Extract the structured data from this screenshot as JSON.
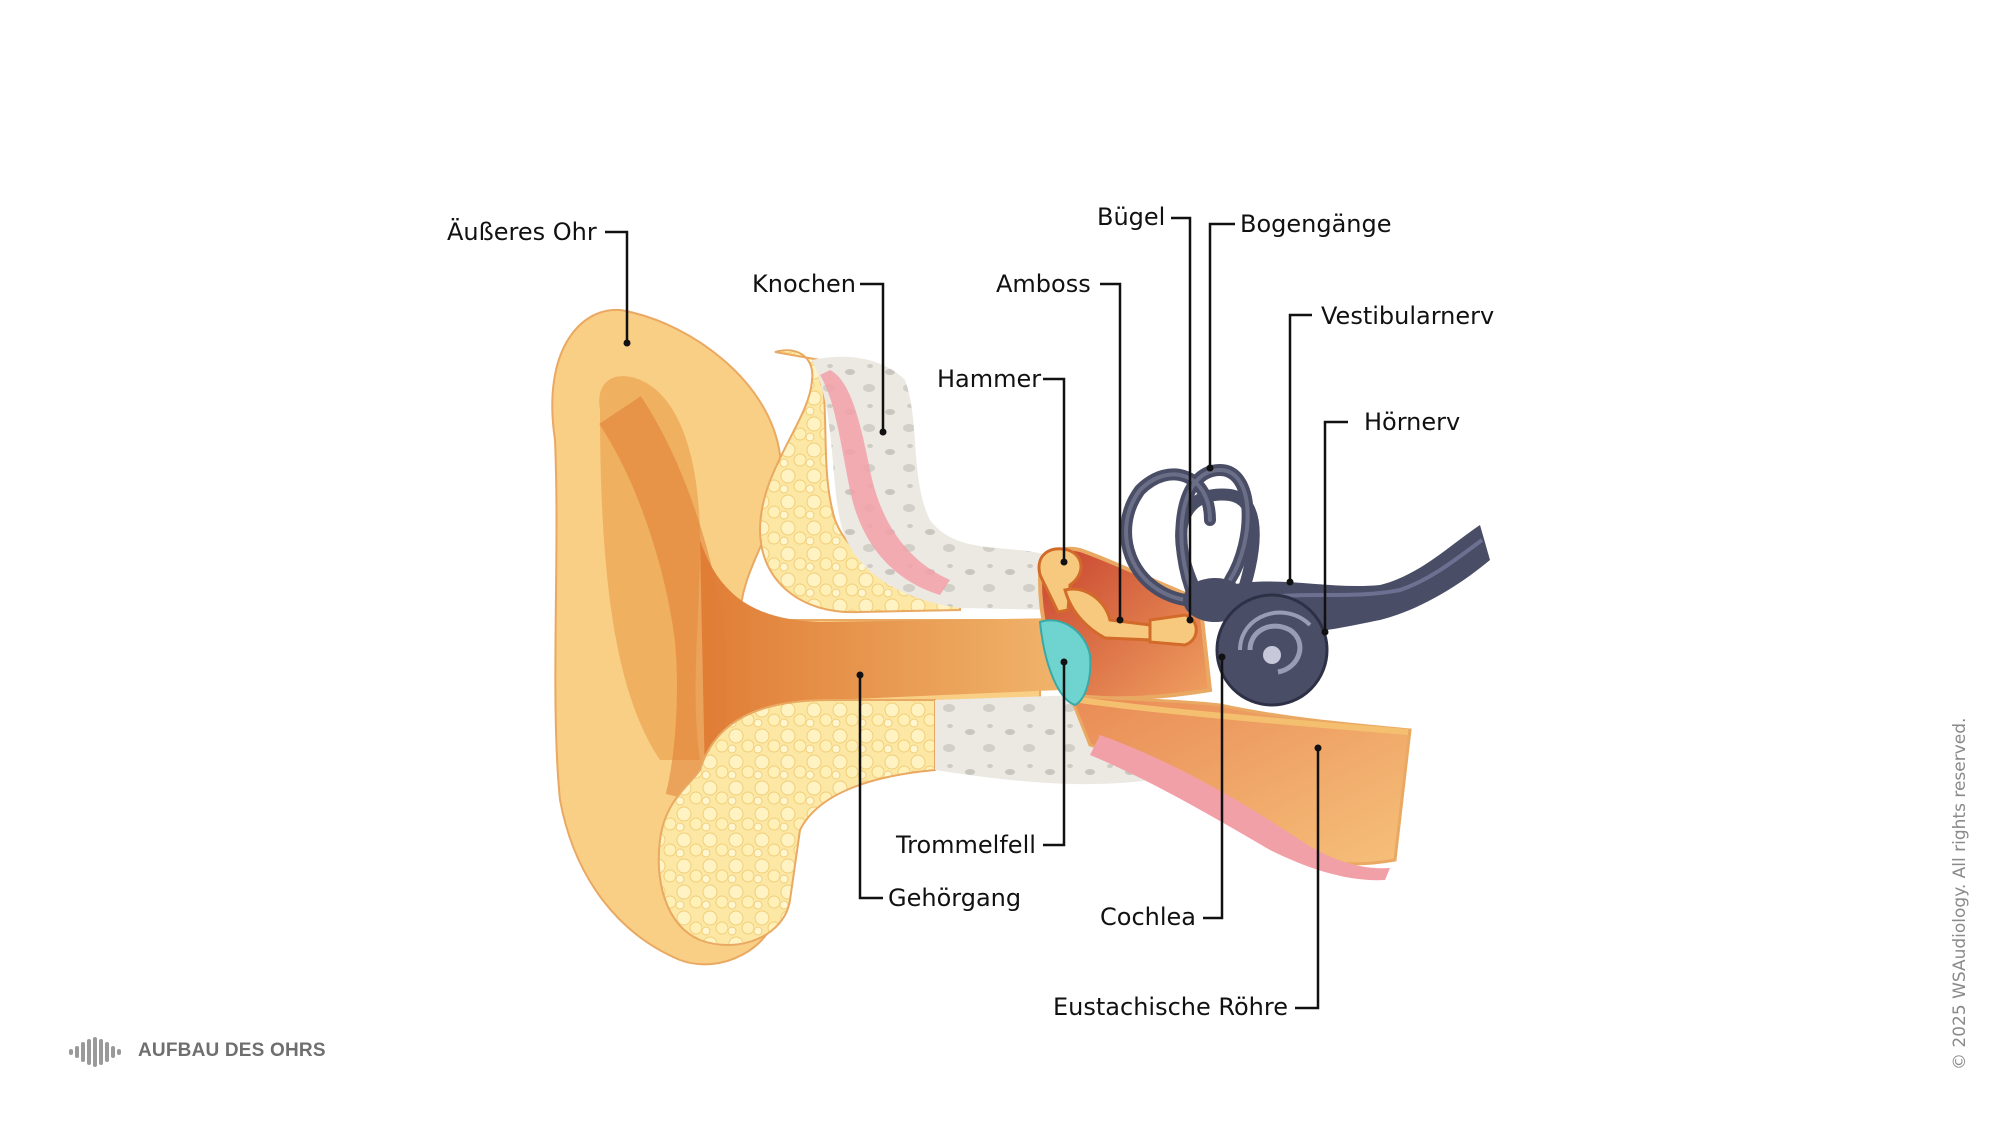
{
  "labels": {
    "outer_ear": "Äußeres Ohr",
    "bone": "Knochen",
    "hammer": "Hammer",
    "anvil": "Amboss",
    "stirrup": "Bügel",
    "semicircular_canals": "Bogengänge",
    "vestibular_nerve": "Vestibularnerv",
    "auditory_nerve": "Hörnerv",
    "eardrum": "Trommelfell",
    "ear_canal": "Gehörgang",
    "cochlea": "Cochlea",
    "eustachian_tube": "Eustachische Röhre"
  },
  "footer": {
    "title": "AUFBAU DES OHRS",
    "copyright": "© 2025 WSAudiology. All rights reserved.",
    "logo_icon": "sound-wave-icon"
  },
  "colors": {
    "skin": "#f7c97f",
    "skin_dark": "#e48a3f",
    "fat": "#fbe39a",
    "bone": "#ece9e2",
    "muscle": "#f2a0a8",
    "eardrum": "#6fd3cf",
    "inner_ear": "#4a4d66",
    "leader": "#111111"
  }
}
